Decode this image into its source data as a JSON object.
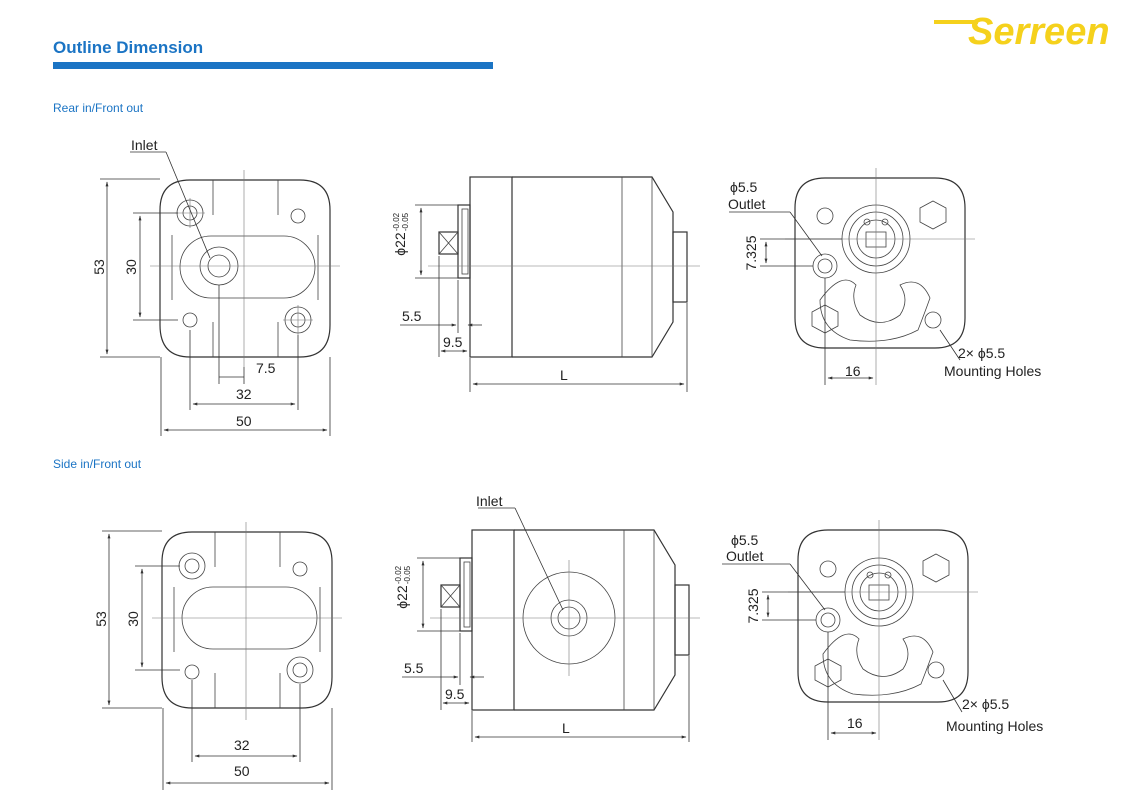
{
  "header": {
    "title": "Outline Dimension",
    "logo_text": "Serreen",
    "accent_color": "#1b74c4",
    "logo_color": "#f5d11c"
  },
  "sections": [
    {
      "label": "Rear in/Front out",
      "front_view": {
        "inlet": "Inlet",
        "height": "53",
        "port_spacing": "30",
        "offset": "7.5",
        "bolt_span": "32",
        "width": "50"
      },
      "side_view": {
        "shaft": "ϕ22",
        "tol_upper": "-0.02",
        "tol_lower": "-0.05",
        "pilot": "5.5",
        "flange": "9.5",
        "length": "L"
      },
      "rear_view": {
        "outlet_size": "ϕ5.5",
        "outlet": "Outlet",
        "offset": "7.325",
        "holes_count": "2× ϕ5.5",
        "holes_label": "Mounting Holes",
        "span": "16"
      }
    },
    {
      "label": "Side in/Front out",
      "front_view": {
        "height": "53",
        "port_spacing": "30",
        "bolt_span": "32",
        "width": "50"
      },
      "side_view": {
        "inlet": "Inlet",
        "shaft": "ϕ22",
        "tol_upper": "-0.02",
        "tol_lower": "-0.05",
        "pilot": "5.5",
        "flange": "9.5",
        "length": "L"
      },
      "rear_view": {
        "outlet_size": "ϕ5.5",
        "outlet": "Outlet",
        "offset": "7.325",
        "holes_count": "2× ϕ5.5",
        "holes_label": "Mounting Holes",
        "span": "16"
      }
    }
  ]
}
